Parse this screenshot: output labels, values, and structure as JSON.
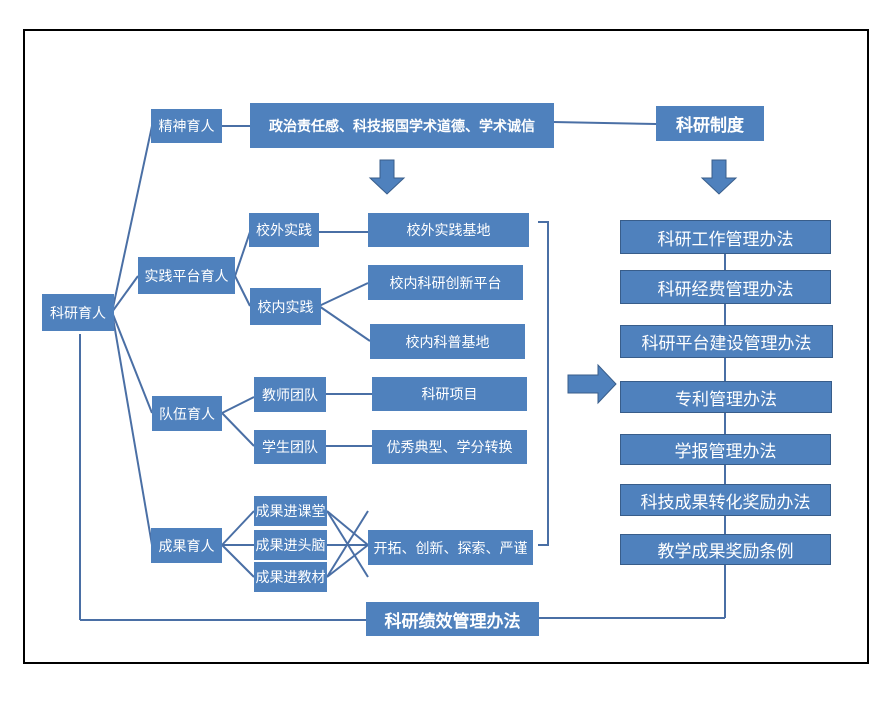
{
  "root": "科研育人",
  "branches": {
    "spirit": {
      "label": "精神育人",
      "content": "政治责任感、科技报国学术道德、学术诚信"
    },
    "practice": {
      "label": "实践平台育人",
      "offcampus": {
        "label": "校外实践",
        "item": "校外实践基地"
      },
      "oncampus": {
        "label": "校内实践",
        "items": [
          "校内科研创新平台",
          "校内科普基地"
        ]
      }
    },
    "team": {
      "label": "队伍育人",
      "teacher": {
        "label": "教师团队",
        "item": "科研项目"
      },
      "student": {
        "label": "学生团队",
        "item": "优秀典型、学分转换"
      }
    },
    "achievement": {
      "label": "成果育人",
      "items": [
        "成果进课堂",
        "成果进头脑",
        "成果进教材"
      ],
      "result": "开拓、创新、探索、严谨"
    }
  },
  "system": {
    "title": "科研制度",
    "rules": [
      "科研工作管理办法",
      "科研经费管理办法",
      "科研平台建设管理办法",
      "专利管理办法",
      "学报管理办法",
      "科技成果转化奖励办法",
      "教学成果奖励条例"
    ]
  },
  "performance": "科研绩效管理办法",
  "colors": {
    "box": "#4f81bd",
    "line": "#4a6fa5",
    "arrow": "#4f81bd"
  }
}
